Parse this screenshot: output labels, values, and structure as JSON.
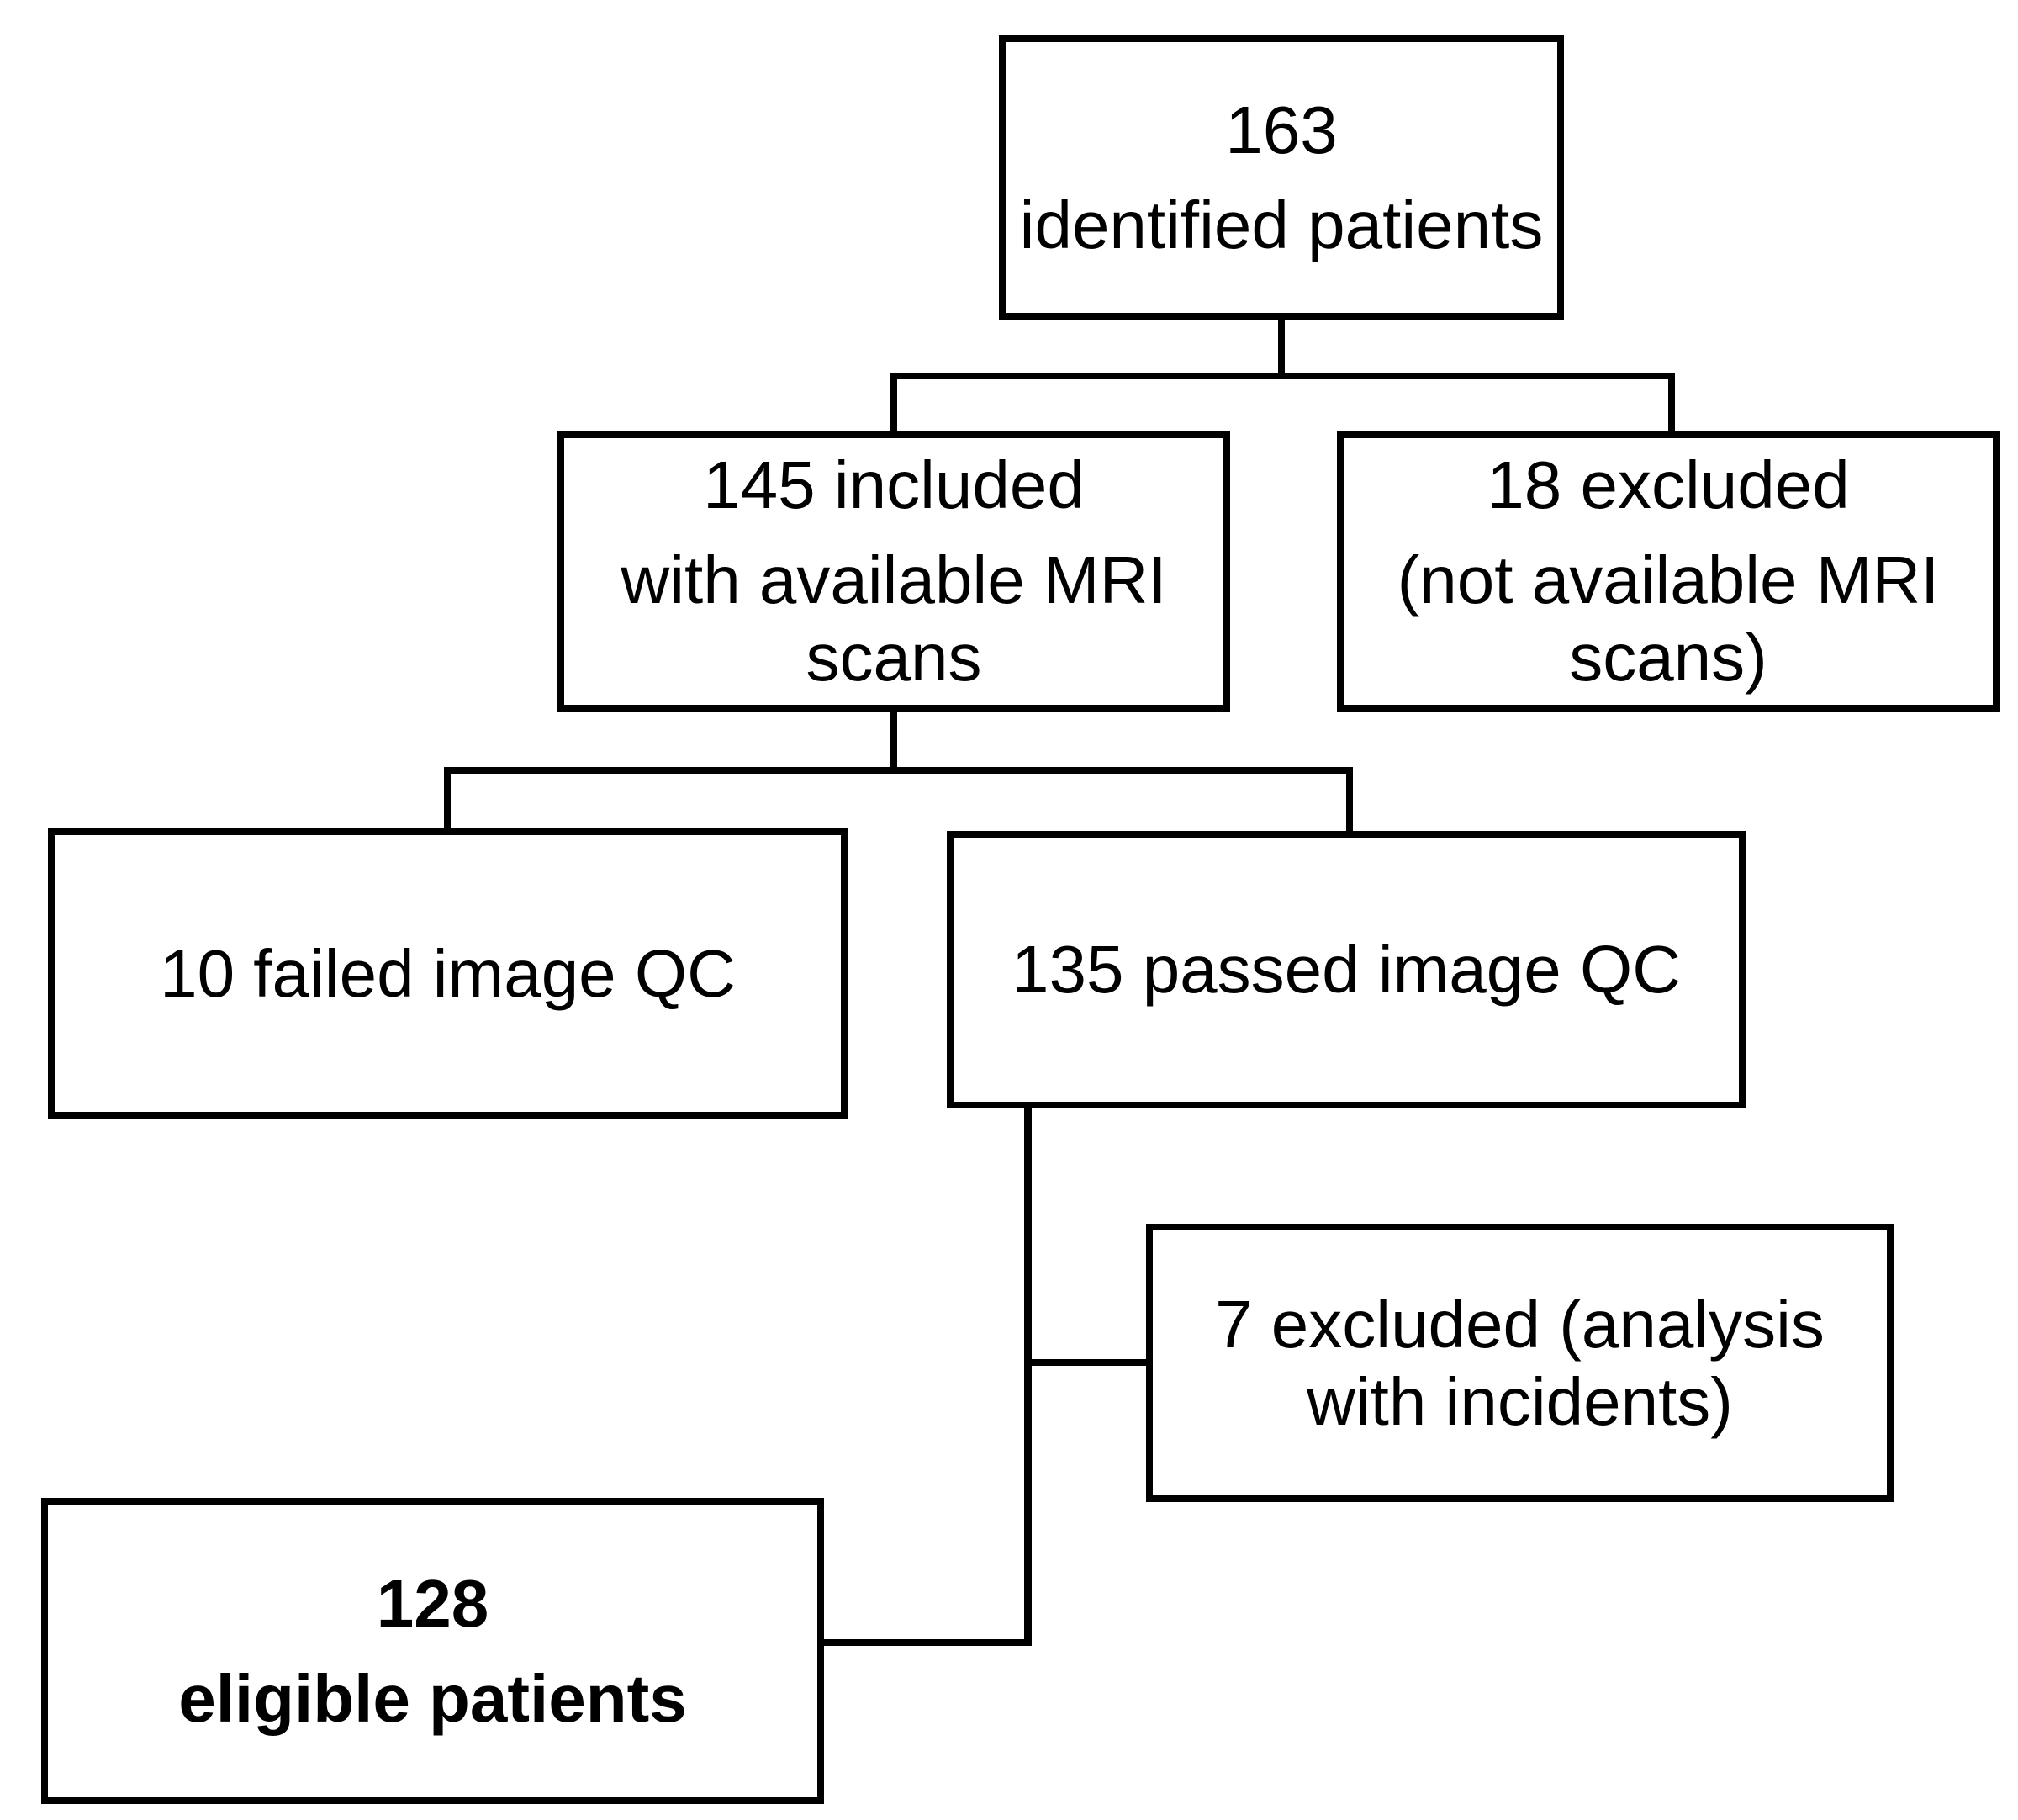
{
  "diagram": {
    "colors": {
      "background": "#ffffff",
      "line": "#000000",
      "text": "#000000"
    },
    "boxes": {
      "identified": {
        "lines": [
          "163",
          "identified patients"
        ]
      },
      "included_mri": {
        "lines": [
          "145 included",
          "with available MRI",
          "scans"
        ]
      },
      "excluded_no_mri": {
        "lines": [
          "18 excluded",
          "(not available MRI",
          "scans)"
        ]
      },
      "failed_qc": {
        "lines": [
          "10 failed image QC"
        ]
      },
      "passed_qc": {
        "lines": [
          "135 passed image QC"
        ]
      },
      "excluded_incidents": {
        "lines": [
          "7 excluded (analysis",
          "with incidents)"
        ]
      },
      "eligible": {
        "lines": [
          "128",
          "eligible patients"
        ]
      }
    }
  }
}
